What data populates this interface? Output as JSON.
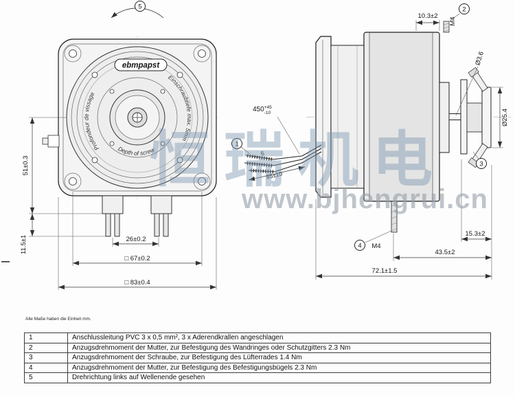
{
  "note": "Alle Maße haben die Einheit mm.",
  "brand": "ebmpapst",
  "watermark": {
    "cn": "恒瑞机电",
    "url": "www.bjhengrui.cn"
  },
  "front": {
    "arc_right": "Einschraubtiefe max. 5mm",
    "arc_left": "Profondeur de vissage",
    "arc_bottom": "Depth of screw",
    "dim_height": "51±0.3",
    "dim_foot": "11.5±1",
    "dim_pins": "26±0.2",
    "dim_sq_inner": "□ 67±0.2",
    "dim_sq_outer": "□ 83±0.4",
    "ref_rotation": "5"
  },
  "side": {
    "dim_top": "10.3±2",
    "m4_top": "M4",
    "dia_shaft": "Ø3.6",
    "dia_hub": "Ø25.4",
    "cable_len_base": "450",
    "cable_len_plus": "+45",
    "cable_len_minus": "-10",
    "dim_crimp": "6",
    "dim_strip": "85±10",
    "m4_bottom": "M4",
    "dim_bracket": "15.3±2",
    "dim_mid": "43.5±2",
    "dim_total": "72.1±1.5",
    "ref_cable": "1",
    "ref_top_nut": "2",
    "ref_bottom_nut": "3",
    "ref_stud": "4"
  },
  "table": {
    "rows": [
      {
        "num": "1",
        "text": "Anschlussleitung PVC 3 x 0,5 mm², 3 x Aderendkrallen angeschlagen"
      },
      {
        "num": "2",
        "text": "Anzugsdrehmoment der Mutter, zur Befestigung des Wandringes oder Schutzgitters 2.3 Nm"
      },
      {
        "num": "3",
        "text": "Anzugsdrehmoment der Schraube, zur Befestigung des Lüfterrades 1.4 Nm"
      },
      {
        "num": "4",
        "text": "Anzugsdrehmoment der Mutter, zur Befestigung des Befestigungsbügels 2.3 Nm"
      },
      {
        "num": "5",
        "text": "Drehrichtung links auf Wellenende gesehen"
      }
    ]
  }
}
